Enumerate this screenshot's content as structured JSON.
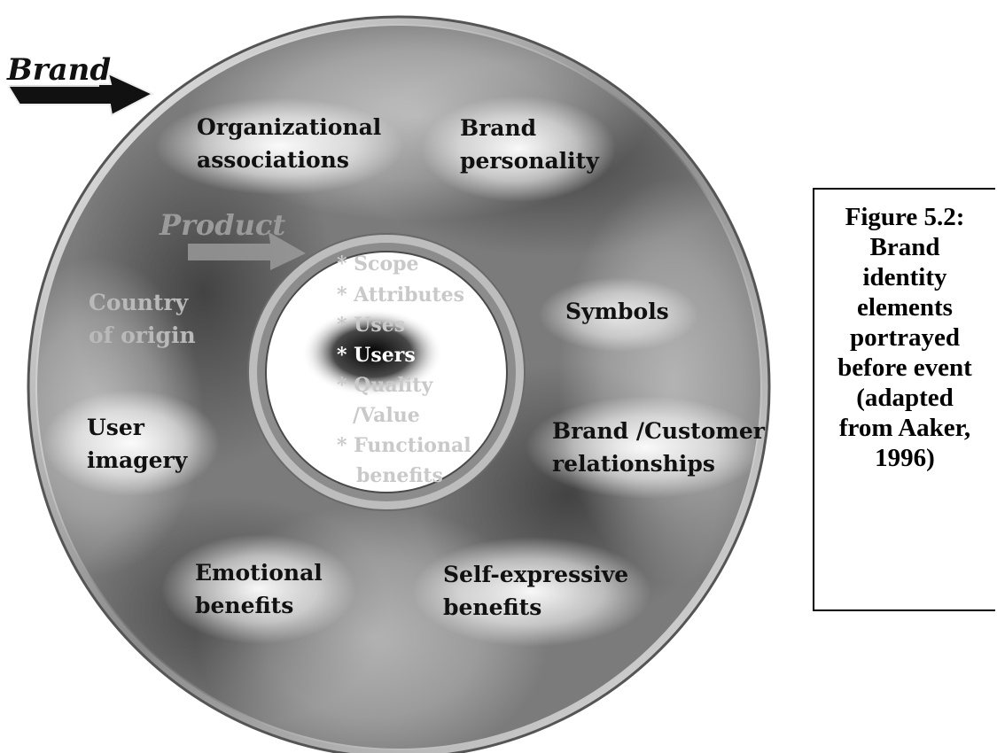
{
  "brand_arrow_label": "Brand",
  "product_arrow_label": "Product",
  "outer_ring": {
    "organizational": [
      "Organizational",
      "associations"
    ],
    "personality": [
      "Brand",
      "personality"
    ],
    "country": [
      "Country",
      "of origin"
    ],
    "symbols": [
      "Symbols"
    ],
    "user_imagery": [
      "User",
      "imagery"
    ],
    "relationships": [
      "Brand /Customer",
      "relationships"
    ],
    "emotional": [
      "Emotional",
      "benefits"
    ],
    "self_expressive": [
      "Self-expressive",
      "benefits"
    ]
  },
  "core_items": [
    "* Scope",
    "* Attributes",
    "* Uses",
    "* Users",
    "* Quality",
    "/Value",
    "* Functional",
    "benefits"
  ],
  "highlighted_core_item": "* Users",
  "caption": "Figure 5.2: Brand identity elements portrayed before event (adapted from Aaker, 1996)"
}
